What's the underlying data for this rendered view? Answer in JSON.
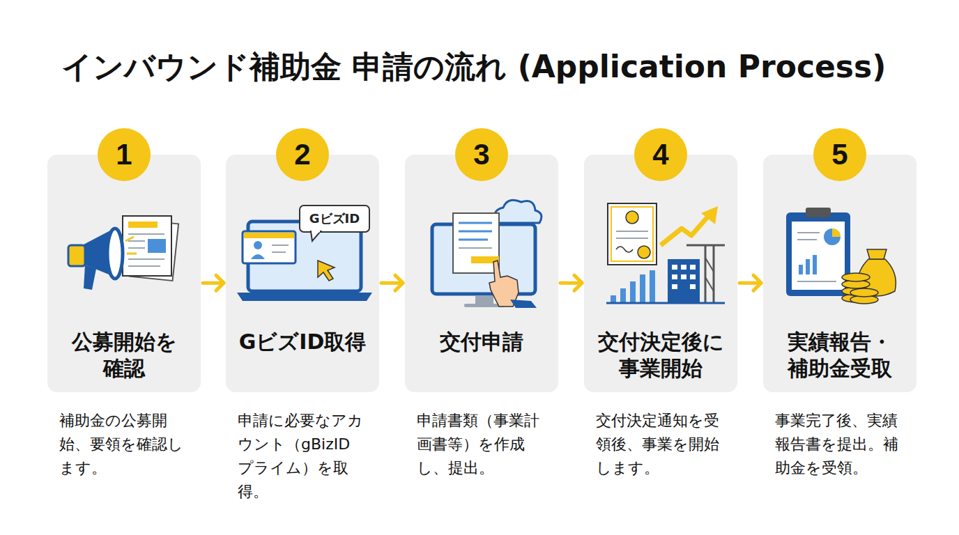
{
  "diagram": {
    "title": "インバウンド補助金 申請の流れ (Application Process)",
    "nodes": [
      {
        "text": [
          "公募開始を確認",
          "補助金の公募開始、要領を確認します。"
        ]
      },
      {
        "text": [
          "1"
        ],
        "in": 0
      },
      {
        "text": [
          "GビズID取得",
          "申請に必要なアカウント（gBizIDプライム）を取得。"
        ]
      },
      {
        "text": [
          "2"
        ],
        "in": 2
      },
      {
        "text": [
          "交付申請",
          "申請書類（事業計画書等）を作成し、提出。"
        ]
      },
      {
        "text": [
          "3"
        ],
        "in": 4
      },
      {
        "text": [
          "交付決定後に事業開始",
          "交付決定通知を受領後、事業を開始します。"
        ]
      },
      {
        "text": [
          "4"
        ],
        "in": 6
      },
      {
        "text": [
          "実績報告・補助金受取",
          "事業完了後、実績報告書を提出。補助金を受領。"
        ]
      },
      {
        "text": [
          "5"
        ],
        "in": 8
      }
    ],
    "edges": [
      {
        "from": 0,
        "to": 2,
        "arrow": "to"
      },
      {
        "from": 2,
        "to": 4,
        "arrow": "to"
      },
      {
        "from": 4,
        "to": 6,
        "arrow": "to"
      },
      {
        "from": 6,
        "to": 8,
        "arrow": "to"
      }
    ],
    "labels": [
      "GビズID"
    ]
  }
}
